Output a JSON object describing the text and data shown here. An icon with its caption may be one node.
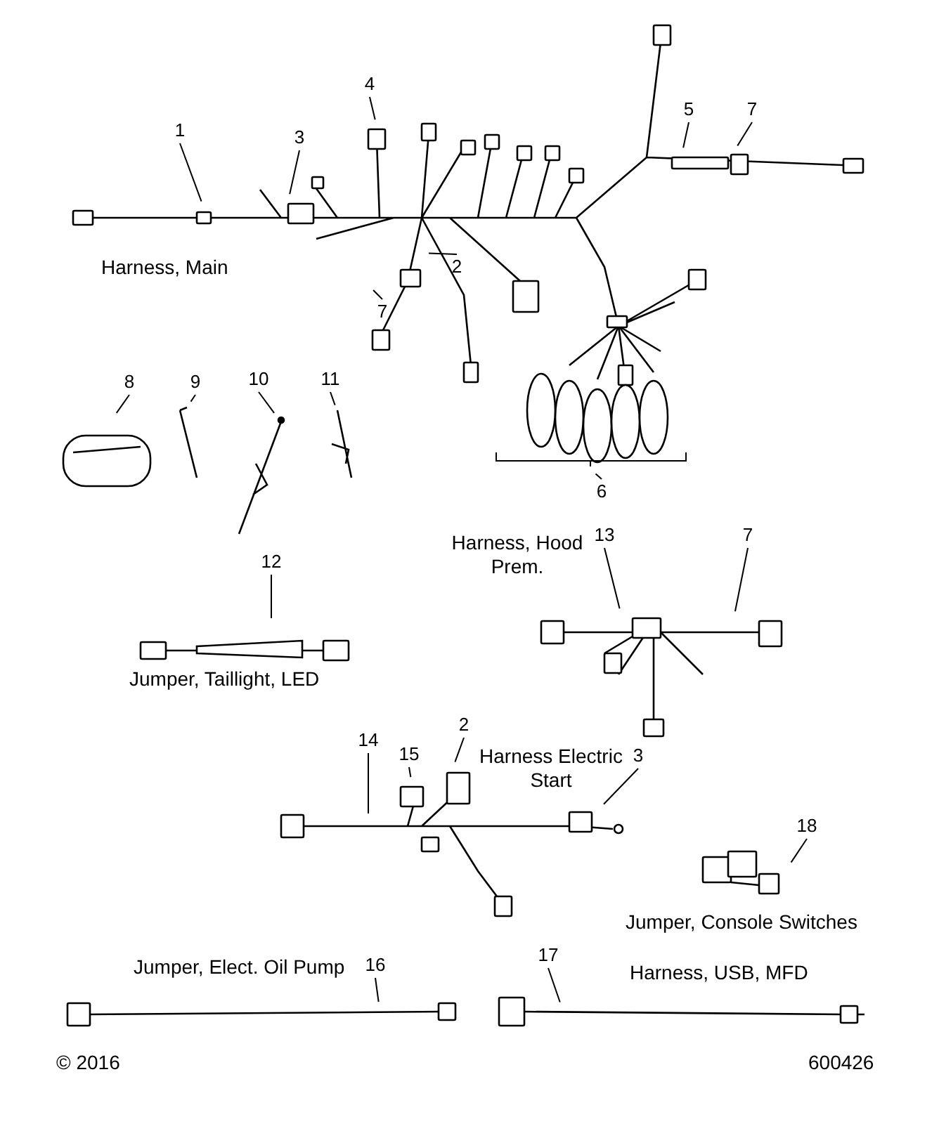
{
  "diagram": {
    "nodes": [
      {
        "text": [
          "1"
        ]
      },
      {
        "text": [
          "3"
        ]
      },
      {
        "text": [
          "4"
        ]
      },
      {
        "text": [
          "5"
        ]
      },
      {
        "text": [
          "7"
        ]
      },
      {
        "text": [
          "2"
        ]
      },
      {
        "text": [
          "7"
        ]
      },
      {
        "text": [
          "8"
        ]
      },
      {
        "text": [
          "9"
        ]
      },
      {
        "text": [
          "10"
        ]
      },
      {
        "text": [
          "11"
        ]
      },
      {
        "text": [
          "6"
        ]
      },
      {
        "text": [
          "12"
        ]
      },
      {
        "text": [
          "13"
        ]
      },
      {
        "text": [
          "7"
        ]
      },
      {
        "text": [
          "2"
        ]
      },
      {
        "text": [
          "3"
        ]
      },
      {
        "text": [
          "14"
        ]
      },
      {
        "text": [
          "15"
        ]
      },
      {
        "text": [
          "18"
        ]
      },
      {
        "text": [
          "16"
        ]
      },
      {
        "text": [
          "17"
        ]
      }
    ],
    "edges": [
      {
        "from": 0,
        "to": null,
        "arrow": "none"
      },
      {
        "from": 1,
        "to": null,
        "arrow": "none"
      },
      {
        "from": 2,
        "to": null,
        "arrow": "none"
      },
      {
        "from": 3,
        "to": null,
        "arrow": "none"
      },
      {
        "from": 4,
        "to": null,
        "arrow": "none"
      },
      {
        "from": 5,
        "to": null,
        "arrow": "none"
      },
      {
        "from": 6,
        "to": null,
        "arrow": "none"
      },
      {
        "from": 7,
        "to": null,
        "arrow": "none"
      },
      {
        "from": 8,
        "to": null,
        "arrow": "none"
      },
      {
        "from": 9,
        "to": null,
        "arrow": "none"
      },
      {
        "from": 10,
        "to": null,
        "arrow": "none"
      },
      {
        "from": 11,
        "to": null,
        "arrow": "none"
      },
      {
        "from": 12,
        "to": null,
        "arrow": "none"
      },
      {
        "from": 13,
        "to": null,
        "arrow": "none"
      },
      {
        "from": 14,
        "to": null,
        "arrow": "none"
      },
      {
        "from": 15,
        "to": null,
        "arrow": "none"
      },
      {
        "from": 16,
        "to": null,
        "arrow": "none"
      },
      {
        "from": 17,
        "to": null,
        "arrow": "none"
      },
      {
        "from": 18,
        "to": null,
        "arrow": "none"
      },
      {
        "from": 19,
        "to": null,
        "arrow": "none"
      },
      {
        "from": 20,
        "to": null,
        "arrow": "none"
      },
      {
        "from": 21,
        "to": null,
        "arrow": "none"
      }
    ],
    "labels": [
      "Harness, Main",
      "Harness, Hood Prem.",
      "Jumper, Taillight, LED",
      "Harness Electric Start",
      "Jumper, Console Switches",
      "Jumper, Elect. Oil Pump",
      "Harness, USB, MFD",
      "© 2016",
      "600426"
    ]
  }
}
